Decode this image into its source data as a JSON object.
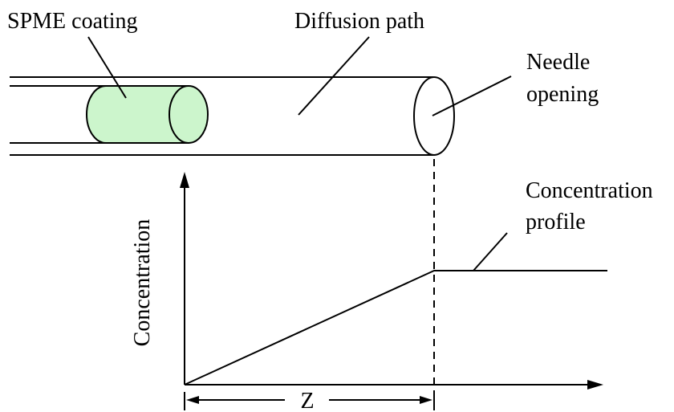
{
  "labels": {
    "coating": "SPME coating",
    "diffusion_path": "Diffusion path",
    "needle_opening_line1": "Needle",
    "needle_opening_line2": "opening",
    "profile_line1": "Concentration",
    "profile_line2": "profile",
    "y_axis": "Concentration",
    "z_dimension": "Z"
  },
  "colors": {
    "coating_fill": "#ccf5cc",
    "line": "#000000"
  }
}
